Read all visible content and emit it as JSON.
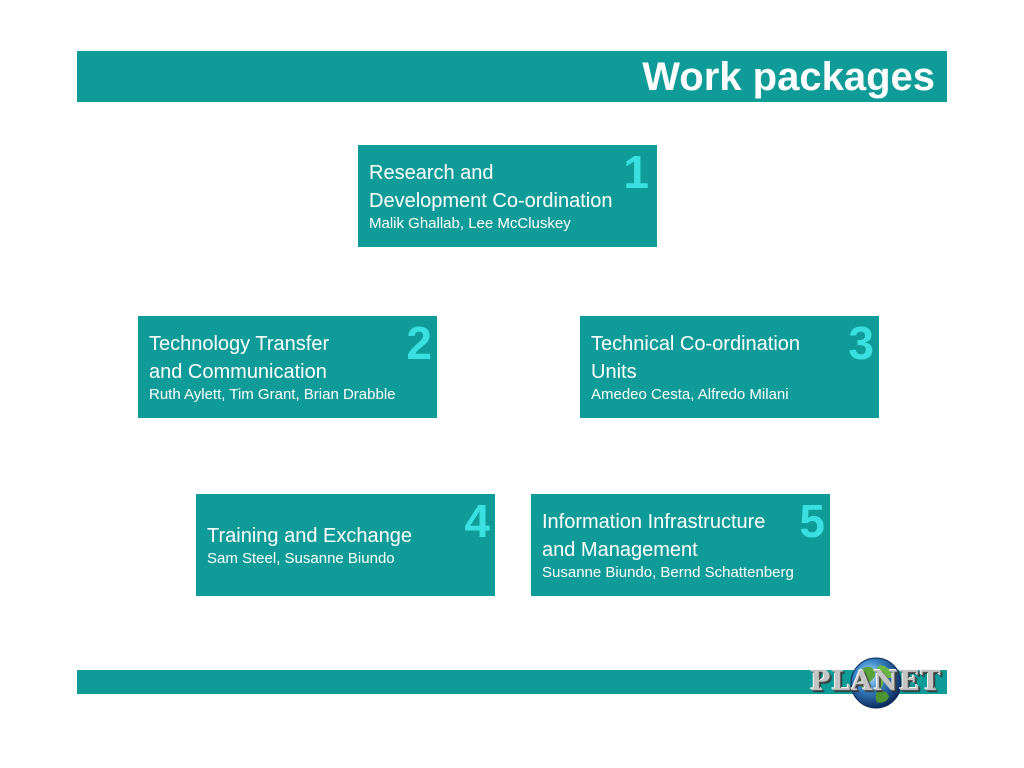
{
  "title": "Work packages",
  "colors": {
    "teal": "#0f9b97",
    "number_cyan": "#3ae0e0",
    "text_white": "#ffffff"
  },
  "packages": [
    {
      "number": "1",
      "title_line1": "Research and",
      "title_line2": "Development Co-ordination",
      "people": "Malik Ghallab, Lee McCluskey"
    },
    {
      "number": "2",
      "title_line1": "Technology Transfer",
      "title_line2": "and Communication",
      "people": "Ruth Aylett, Tim Grant, Brian Drabble"
    },
    {
      "number": "3",
      "title_line1": "Technical Co-ordination",
      "title_line2": "Units",
      "people": "Amedeo Cesta, Alfredo Milani"
    },
    {
      "number": "4",
      "title_line1": "Training and Exchange",
      "people": "Sam Steel, Susanne Biundo"
    },
    {
      "number": "5",
      "title_line1": "Information Infrastructure",
      "title_line2": "and Management",
      "people": "Susanne Biundo, Bernd Schattenberg"
    }
  ],
  "logo": {
    "text": "PLANET",
    "icon": "globe-icon"
  }
}
